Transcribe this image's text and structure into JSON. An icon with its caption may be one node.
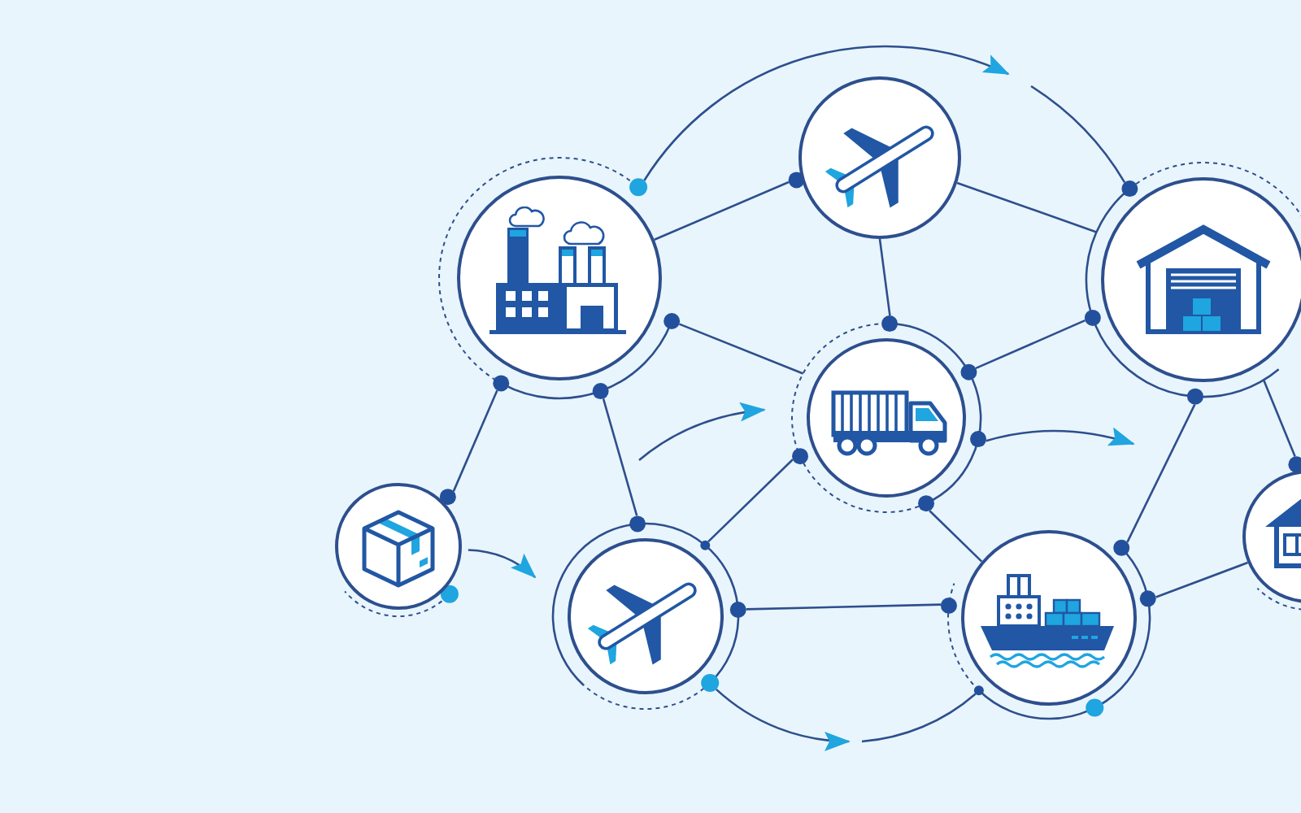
{
  "diagram": {
    "nodes": [
      {
        "text": [],
        "shape": "circle"
      },
      {
        "text": [],
        "shape": "circle"
      },
      {
        "text": [],
        "shape": "circle"
      },
      {
        "text": [],
        "shape": "circle"
      },
      {
        "text": [],
        "shape": "circle"
      },
      {
        "text": [],
        "shape": "circle"
      },
      {
        "text": [],
        "shape": "circle"
      },
      {
        "text": [],
        "shape": "circle"
      }
    ],
    "edges": [
      {
        "from": 0,
        "to": 1,
        "arrow": "none"
      },
      {
        "from": 0,
        "to": 3,
        "arrow": "none"
      },
      {
        "from": 0,
        "to": 4,
        "arrow": "none"
      },
      {
        "from": 0,
        "to": 5,
        "arrow": "none"
      },
      {
        "from": 1,
        "to": 2,
        "arrow": "none"
      },
      {
        "from": 1,
        "to": 3,
        "arrow": "none"
      },
      {
        "from": 3,
        "to": 2,
        "arrow": "none"
      },
      {
        "from": 3,
        "to": 5,
        "arrow": "none"
      },
      {
        "from": 3,
        "to": 6,
        "arrow": "none"
      },
      {
        "from": 5,
        "to": 6,
        "arrow": "none"
      },
      {
        "from": 2,
        "to": 6,
        "arrow": "none"
      },
      {
        "from": 2,
        "to": 7,
        "arrow": "none"
      },
      {
        "from": 6,
        "to": 7,
        "arrow": "none"
      },
      {
        "from": 0,
        "to": null,
        "arrow": "to"
      },
      {
        "from": null,
        "to": 2,
        "arrow": "none"
      },
      {
        "from": 5,
        "to": null,
        "arrow": "to"
      },
      {
        "from": null,
        "to": 6,
        "arrow": "none"
      },
      {
        "from": 4,
        "to": 5,
        "arrow": "to"
      },
      {
        "from": 3,
        "to": null,
        "arrow": "to"
      }
    ]
  }
}
